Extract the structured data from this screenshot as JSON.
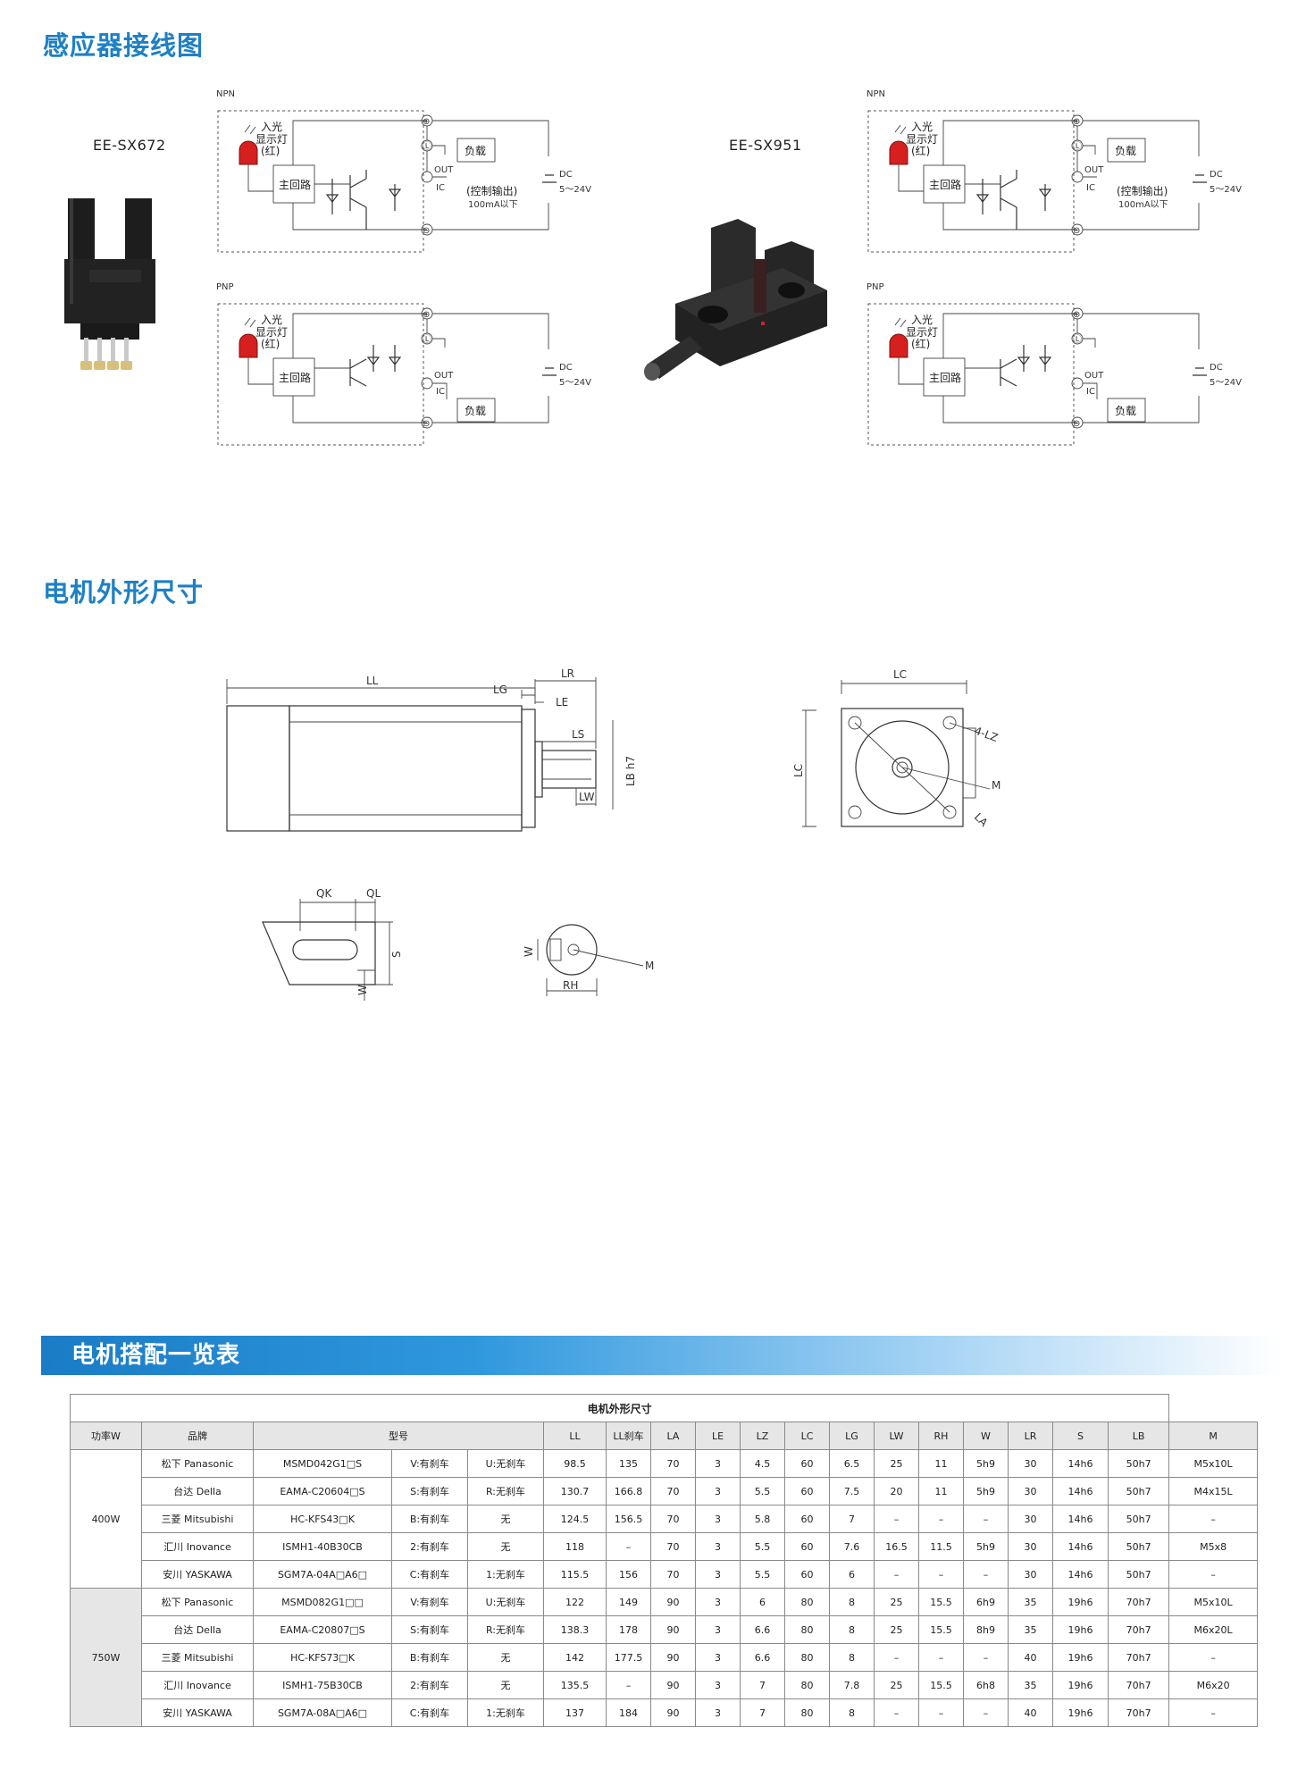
{
  "sections": {
    "wiring_title": "感应器接线图",
    "dimensions_title": "电机外形尺寸",
    "table_title": "电机搭配一览表"
  },
  "sensors": [
    {
      "model": "EE-SX672"
    },
    {
      "model": "EE-SX951"
    }
  ],
  "circuit": {
    "npn": "NPN",
    "pnp": "PNP",
    "light_label_1": "入光",
    "light_label_2": "显示灯",
    "light_label_3": "(红)",
    "main_circuit": "主回路",
    "load": "负载",
    "out": "OUT",
    "ic": "IC",
    "control_output": "(控制输出)",
    "current_limit": "100mA以下",
    "dc": "DC",
    "voltage": "5～24V",
    "plus": "⊕",
    "minus": "⊖",
    "l_terminal": "Ⓛ"
  },
  "dims": {
    "LL": "LL",
    "LG": "LG",
    "LR": "LR",
    "LE": "LE",
    "LS": "LS",
    "LW": "LW",
    "LBh7": "LB h7",
    "LC": "LC",
    "LZ": "4-LZ",
    "M": "M",
    "LA": "LA",
    "QK": "QK",
    "QL": "QL",
    "S": "S",
    "W": "W",
    "RH": "RH"
  },
  "table": {
    "caption": "电机外形尺寸",
    "headers": [
      "功率W",
      "品牌",
      "型号",
      "LL",
      "LL刹车",
      "LA",
      "LE",
      "LZ",
      "LC",
      "LG",
      "LW",
      "RH",
      "W",
      "LR",
      "S",
      "LB",
      "M"
    ],
    "groups": [
      {
        "power": "400W",
        "rows": [
          [
            "松下 Panasonic",
            "MSMD042G1□S",
            "V:有刹车",
            "U:无刹车",
            "98.5",
            "135",
            "70",
            "3",
            "4.5",
            "60",
            "6.5",
            "25",
            "11",
            "5h9",
            "30",
            "14h6",
            "50h7",
            "M5x10L"
          ],
          [
            "台达 Della",
            "EAMA-C20604□S",
            "S:有刹车",
            "R:无刹车",
            "130.7",
            "166.8",
            "70",
            "3",
            "5.5",
            "60",
            "7.5",
            "20",
            "11",
            "5h9",
            "30",
            "14h6",
            "50h7",
            "M4x15L"
          ],
          [
            "三菱 Mitsubishi",
            "HC-KFS43□K",
            "B:有刹车",
            "无",
            "124.5",
            "156.5",
            "70",
            "3",
            "5.8",
            "60",
            "7",
            "–",
            "–",
            "–",
            "30",
            "14h6",
            "50h7",
            "–"
          ],
          [
            "汇川 Inovance",
            "ISMH1-40B30CB",
            "2:有刹车",
            "无",
            "118",
            "–",
            "70",
            "3",
            "5.5",
            "60",
            "7.6",
            "16.5",
            "11.5",
            "5h9",
            "30",
            "14h6",
            "50h7",
            "M5x8"
          ],
          [
            "安川 YASKAWA",
            "SGM7A-04A□A6□",
            "C:有刹车",
            "1:无刹车",
            "115.5",
            "156",
            "70",
            "3",
            "5.5",
            "60",
            "6",
            "–",
            "–",
            "–",
            "30",
            "14h6",
            "50h7",
            "–"
          ]
        ]
      },
      {
        "power": "750W",
        "rows": [
          [
            "松下 Panasonic",
            "MSMD082G1□□",
            "V:有刹车",
            "U:无刹车",
            "122",
            "149",
            "90",
            "3",
            "6",
            "80",
            "8",
            "25",
            "15.5",
            "6h9",
            "35",
            "19h6",
            "70h7",
            "M5x10L"
          ],
          [
            "台达 Della",
            "EAMA-C20807□S",
            "S:有刹车",
            "R:无刹车",
            "138.3",
            "178",
            "90",
            "3",
            "6.6",
            "80",
            "8",
            "25",
            "15.5",
            "8h9",
            "35",
            "19h6",
            "70h7",
            "M6x20L"
          ],
          [
            "三菱 Mitsubishi",
            "HC-KFS73□K",
            "B:有刹车",
            "无",
            "142",
            "177.5",
            "90",
            "3",
            "6.6",
            "80",
            "8",
            "–",
            "–",
            "–",
            "40",
            "19h6",
            "70h7",
            "–"
          ],
          [
            "汇川 Inovance",
            "ISMH1-75B30CB",
            "2:有刹车",
            "无",
            "135.5",
            "–",
            "90",
            "3",
            "7",
            "80",
            "7.8",
            "25",
            "15.5",
            "6h8",
            "35",
            "19h6",
            "70h7",
            "M6x20"
          ],
          [
            "安川 YASKAWA",
            "SGM7A-08A□A6□",
            "C:有刹车",
            "1:无刹车",
            "137",
            "184",
            "90",
            "3",
            "7",
            "80",
            "8",
            "–",
            "–",
            "–",
            "40",
            "19h6",
            "70h7",
            "–"
          ]
        ]
      }
    ]
  }
}
